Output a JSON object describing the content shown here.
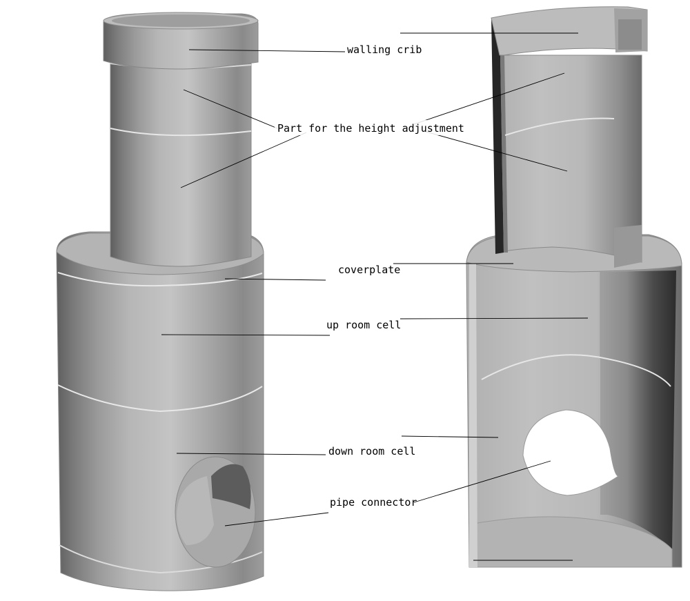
{
  "labels": {
    "walling_crib": "walling crib",
    "height_adjustment": "Part for the height adjustment",
    "coverplate": "coverplate",
    "up_room_cell": "up room cell",
    "down_room_cell": "down room cell",
    "pipe_connector": "pipe connector"
  },
  "colors": {
    "background": "#ffffff",
    "metal_light": "#c4c4c4",
    "metal_mid": "#a8a8a8",
    "metal_dark": "#6e6e6e",
    "metal_darkest": "#2e2e2e",
    "leader_line": "#000000"
  }
}
